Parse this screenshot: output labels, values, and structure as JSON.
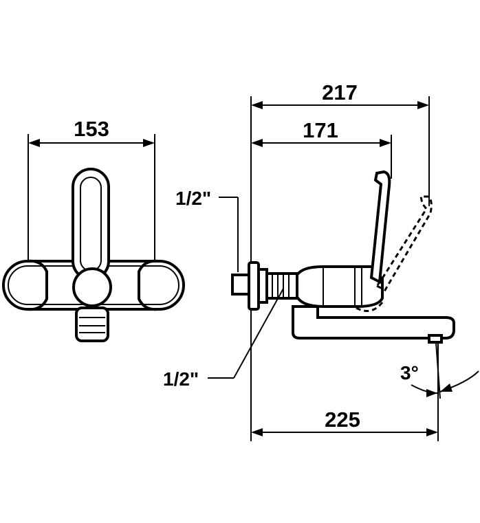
{
  "dimensions": {
    "front_width": "153",
    "side_overall": "217",
    "side_lever": "171",
    "side_spout": "225",
    "inlet_top": "1/2\"",
    "inlet_bottom": "1/2\"",
    "spout_angle": "3°"
  }
}
